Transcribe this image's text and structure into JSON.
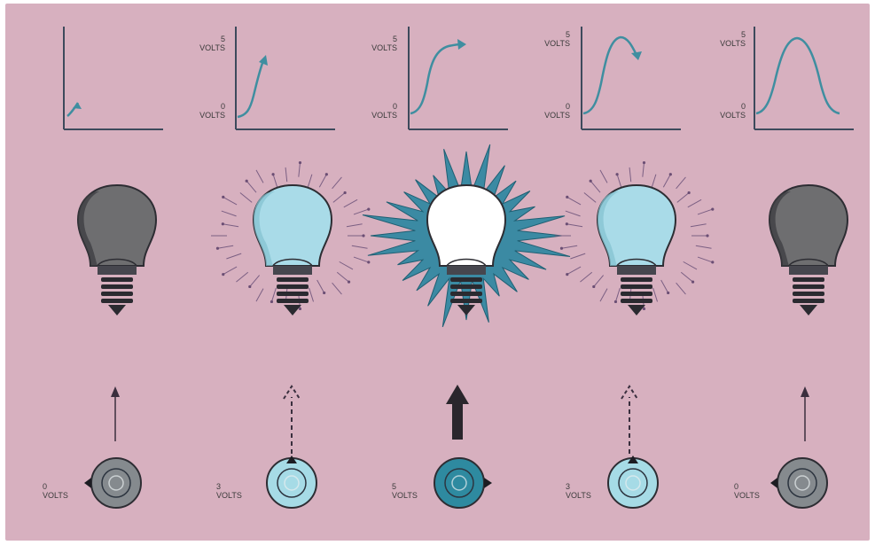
{
  "palette": {
    "background": "#d7b0bf",
    "axis": "#3d4a5c",
    "curve": "#3f8ea0",
    "bulb_off": "#6e6e70",
    "bulb_dim": "#a9dbe8",
    "bulb_bright": "#ffffff",
    "burst": "#3b8aa3",
    "knob_zero": "#858a8e",
    "knob_mid": "#a6dbe6",
    "knob_max": "#2e8aa0"
  },
  "stages": [
    {
      "graph": {
        "top_label": [
          "",
          ""
        ],
        "bottom_label": [
          "",
          ""
        ]
      },
      "bulb": {
        "state": "off",
        "icon": "light-bulb-icon"
      },
      "arrow": {
        "style": "thin"
      },
      "knob": {
        "value": [
          "0",
          "VOLTS"
        ],
        "icon": "dial-knob-icon",
        "pointer": "left"
      }
    },
    {
      "graph": {
        "top_label": [
          "5",
          "VOLTS"
        ],
        "bottom_label": [
          "0",
          "VOLTS"
        ]
      },
      "bulb": {
        "state": "dim",
        "icon": "light-bulb-icon"
      },
      "arrow": {
        "style": "dashed"
      },
      "knob": {
        "value": [
          "3",
          "VOLTS"
        ],
        "icon": "dial-knob-icon",
        "pointer": "up"
      }
    },
    {
      "graph": {
        "top_label": [
          "5",
          "VOLTS"
        ],
        "bottom_label": [
          "0",
          "VOLTS"
        ]
      },
      "bulb": {
        "state": "bright",
        "icon": "light-bulb-icon"
      },
      "arrow": {
        "style": "bold"
      },
      "knob": {
        "value": [
          "5",
          "VOLTS"
        ],
        "icon": "dial-knob-icon",
        "pointer": "right"
      }
    },
    {
      "graph": {
        "top_label": [
          "5",
          "VOLTS"
        ],
        "bottom_label": [
          "0",
          "VOLTS"
        ]
      },
      "bulb": {
        "state": "dim",
        "icon": "light-bulb-icon"
      },
      "arrow": {
        "style": "dashed"
      },
      "knob": {
        "value": [
          "3",
          "VOLTS"
        ],
        "icon": "dial-knob-icon",
        "pointer": "up"
      }
    },
    {
      "graph": {
        "top_label": [
          "5",
          "VOLTS"
        ],
        "bottom_label": [
          "0",
          "VOLTS"
        ]
      },
      "bulb": {
        "state": "off",
        "icon": "light-bulb-icon"
      },
      "arrow": {
        "style": "thin"
      },
      "knob": {
        "value": [
          "0",
          "VOLTS"
        ],
        "icon": "dial-knob-icon",
        "pointer": "left"
      }
    }
  ]
}
